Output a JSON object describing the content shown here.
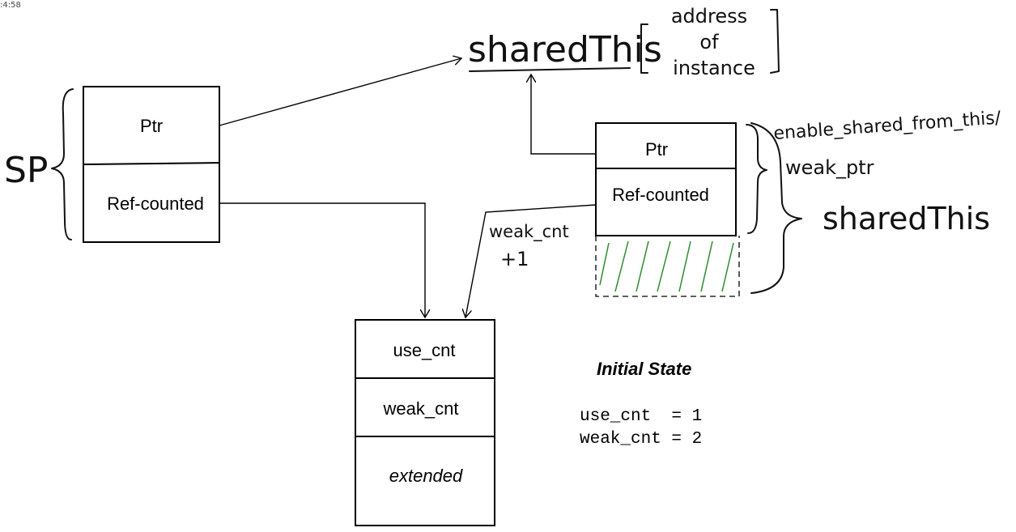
{
  "timestamp": ":4:58",
  "sp_block": {
    "brace_label": "SP",
    "ptr_label": "Ptr",
    "refcount_label": "Ref-counted"
  },
  "shared_this": {
    "title": "sharedThis",
    "bracket_line1": "address",
    "bracket_line2": "of",
    "bracket_line3": "instance"
  },
  "weak_block": {
    "ptr_label": "Ptr",
    "refcount_label": "Ref-counted",
    "brace_label_line1": "enable_shared_from_this/",
    "brace_label_line2": "weak_ptr",
    "outer_brace_label": "sharedThis",
    "edge_label_line1": "weak_cnt",
    "edge_label_line2": "+1"
  },
  "control_block": {
    "use_cnt_label": "use_cnt",
    "weak_cnt_label": "weak_cnt",
    "extended_label": "extended"
  },
  "state": {
    "title": "Initial State",
    "line1": "use_cnt  = 1",
    "line2": "weak_cnt = 2"
  }
}
